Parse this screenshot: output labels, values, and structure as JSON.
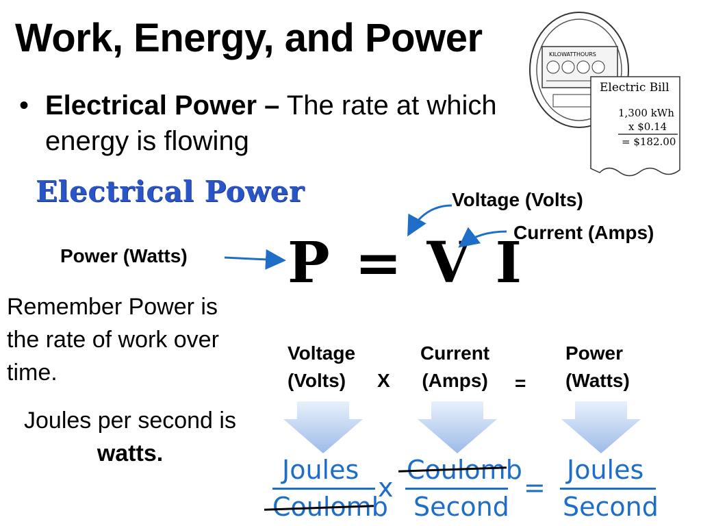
{
  "title": "Work, Energy, and Power",
  "bullet": {
    "symbol": "•",
    "term": "Electrical Power –",
    "definition": " The rate at which energy is flowing"
  },
  "heading": "Electrical Power",
  "labels": {
    "voltage": "Voltage (Volts)",
    "current": "Current (Amps)",
    "power": "Power (Watts)"
  },
  "formula": "P = V I",
  "meter": {
    "dial_label": "KILOWATTHOURS"
  },
  "bill": {
    "title": "Electric Bill",
    "line1": "1,300 kWh",
    "line2": "x $0.14",
    "line3": "= $182.00"
  },
  "remember": "Remember Power is the rate of work over time.",
  "joules_text": "Joules per second is ",
  "joules_bold": "watts.",
  "columns": {
    "voltage_line1": "Voltage",
    "voltage_line2": "(Volts)",
    "times": "X",
    "current_line1": "Current",
    "current_line2": "(Amps)",
    "equals": "=",
    "power_line1": "Power",
    "power_line2": "(Watts)"
  },
  "units": {
    "j1_num": "Joules",
    "j1_den": "Coulomb",
    "times": "x",
    "c_num": "Coulomb",
    "c_den": "Second",
    "equals": "=",
    "r_num": "Joules",
    "r_den": "Second"
  },
  "colors": {
    "heading_blue": "#2a55c6",
    "arrow_blue": "#1e6ec8",
    "handwriting_blue": "#1e6ec8"
  }
}
